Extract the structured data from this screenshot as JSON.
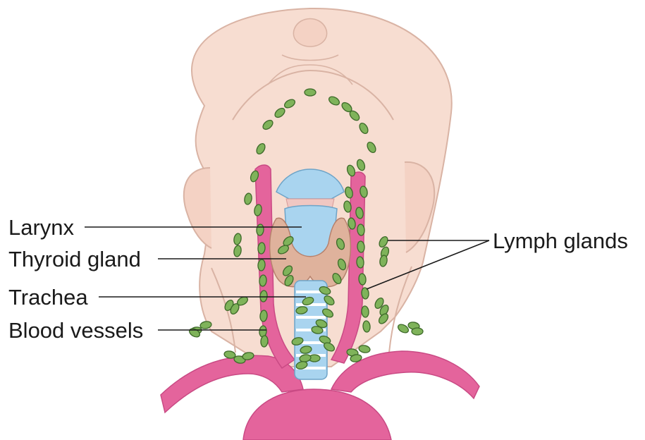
{
  "labels": {
    "larynx": "Larynx",
    "thyroid_gland": "Thyroid gland",
    "trachea": "Trachea",
    "blood_vessels": "Blood vessels",
    "lymph_glands": "Lymph glands"
  },
  "colors": {
    "skin": "#f7ddd1",
    "skin_outline": "#d9b3a4",
    "cartilage": "#a9d4ef",
    "thyroid": "#dfb29c",
    "vessel": "#e4649c",
    "lymph_gland": "#7fb35a",
    "leader_line": "#1a1a1a"
  }
}
